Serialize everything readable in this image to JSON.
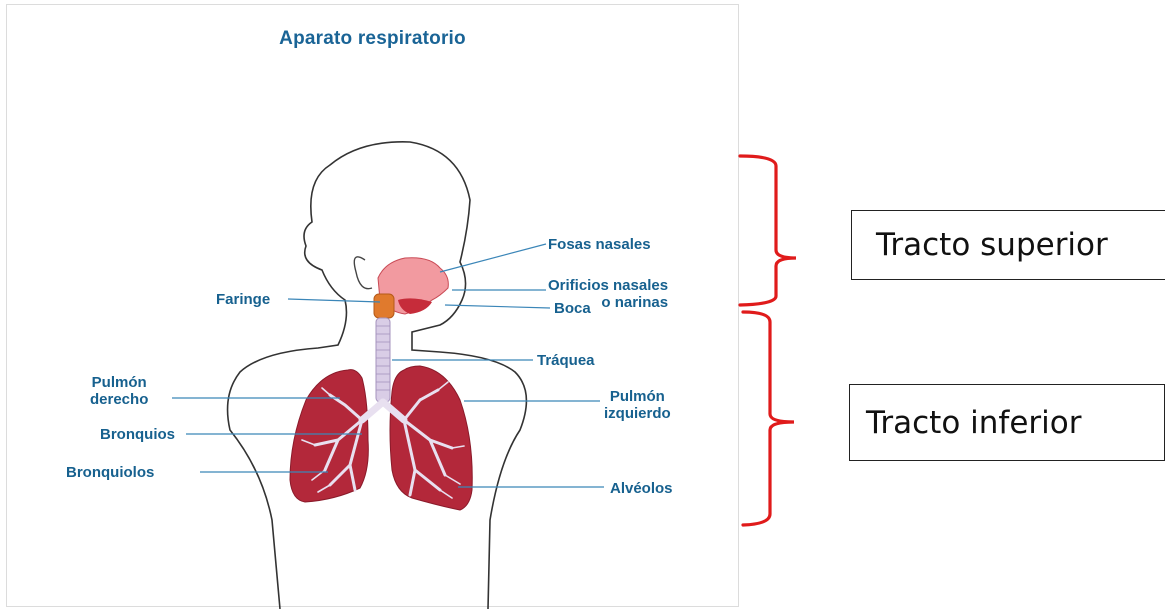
{
  "title": "Aparato respiratorio",
  "labels": {
    "fosas_nasales": "Fosas nasales",
    "orificios_1": "Orificios nasales",
    "orificios_2": "o narinas",
    "faringe": "Faringe",
    "boca": "Boca",
    "traquea": "Tráquea",
    "pulmon_derecho_1": "Pulmón",
    "pulmon_derecho_2": "derecho",
    "pulmon_izquierdo_1": "Pulmón",
    "pulmon_izquierdo_2": "izquierdo",
    "bronquios": "Bronquios",
    "bronquiolos": "Bronquiolos",
    "alveolos": "Alvéolos"
  },
  "tracts": {
    "upper": "Tracto superior",
    "lower": "Tracto inferior"
  },
  "colors": {
    "title": "#1a6496",
    "label": "#17618f",
    "leader": "#3b86b8",
    "lung": "#b3283a",
    "bracket": "#e01b1b"
  }
}
